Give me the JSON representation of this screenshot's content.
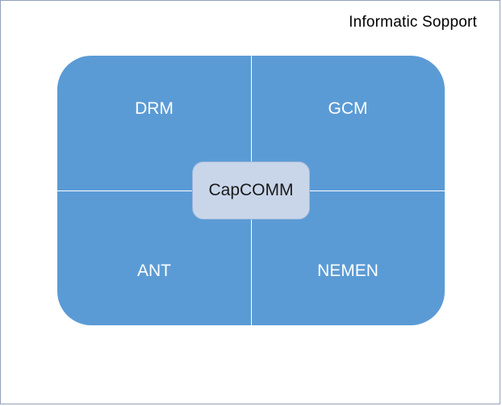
{
  "title": "Informatic Sopport",
  "diagram": {
    "center_label": "CapCOMM",
    "quadrants": [
      {
        "position": "top-left",
        "label": "DRM"
      },
      {
        "position": "top-right",
        "label": "GCM"
      },
      {
        "position": "bottom-left",
        "label": "ANT"
      },
      {
        "position": "bottom-right",
        "label": "NEMEN"
      }
    ],
    "colors": {
      "quadrant_fill": "#5b9bd5",
      "center_fill": "#c9d6ea",
      "center_border": "#9db5d8",
      "center_text": "#1a1a1a",
      "divider": "#ffffff",
      "label_color": "#ffffff",
      "title_color": "#000000",
      "canvas_border": "#93a1bb"
    }
  }
}
